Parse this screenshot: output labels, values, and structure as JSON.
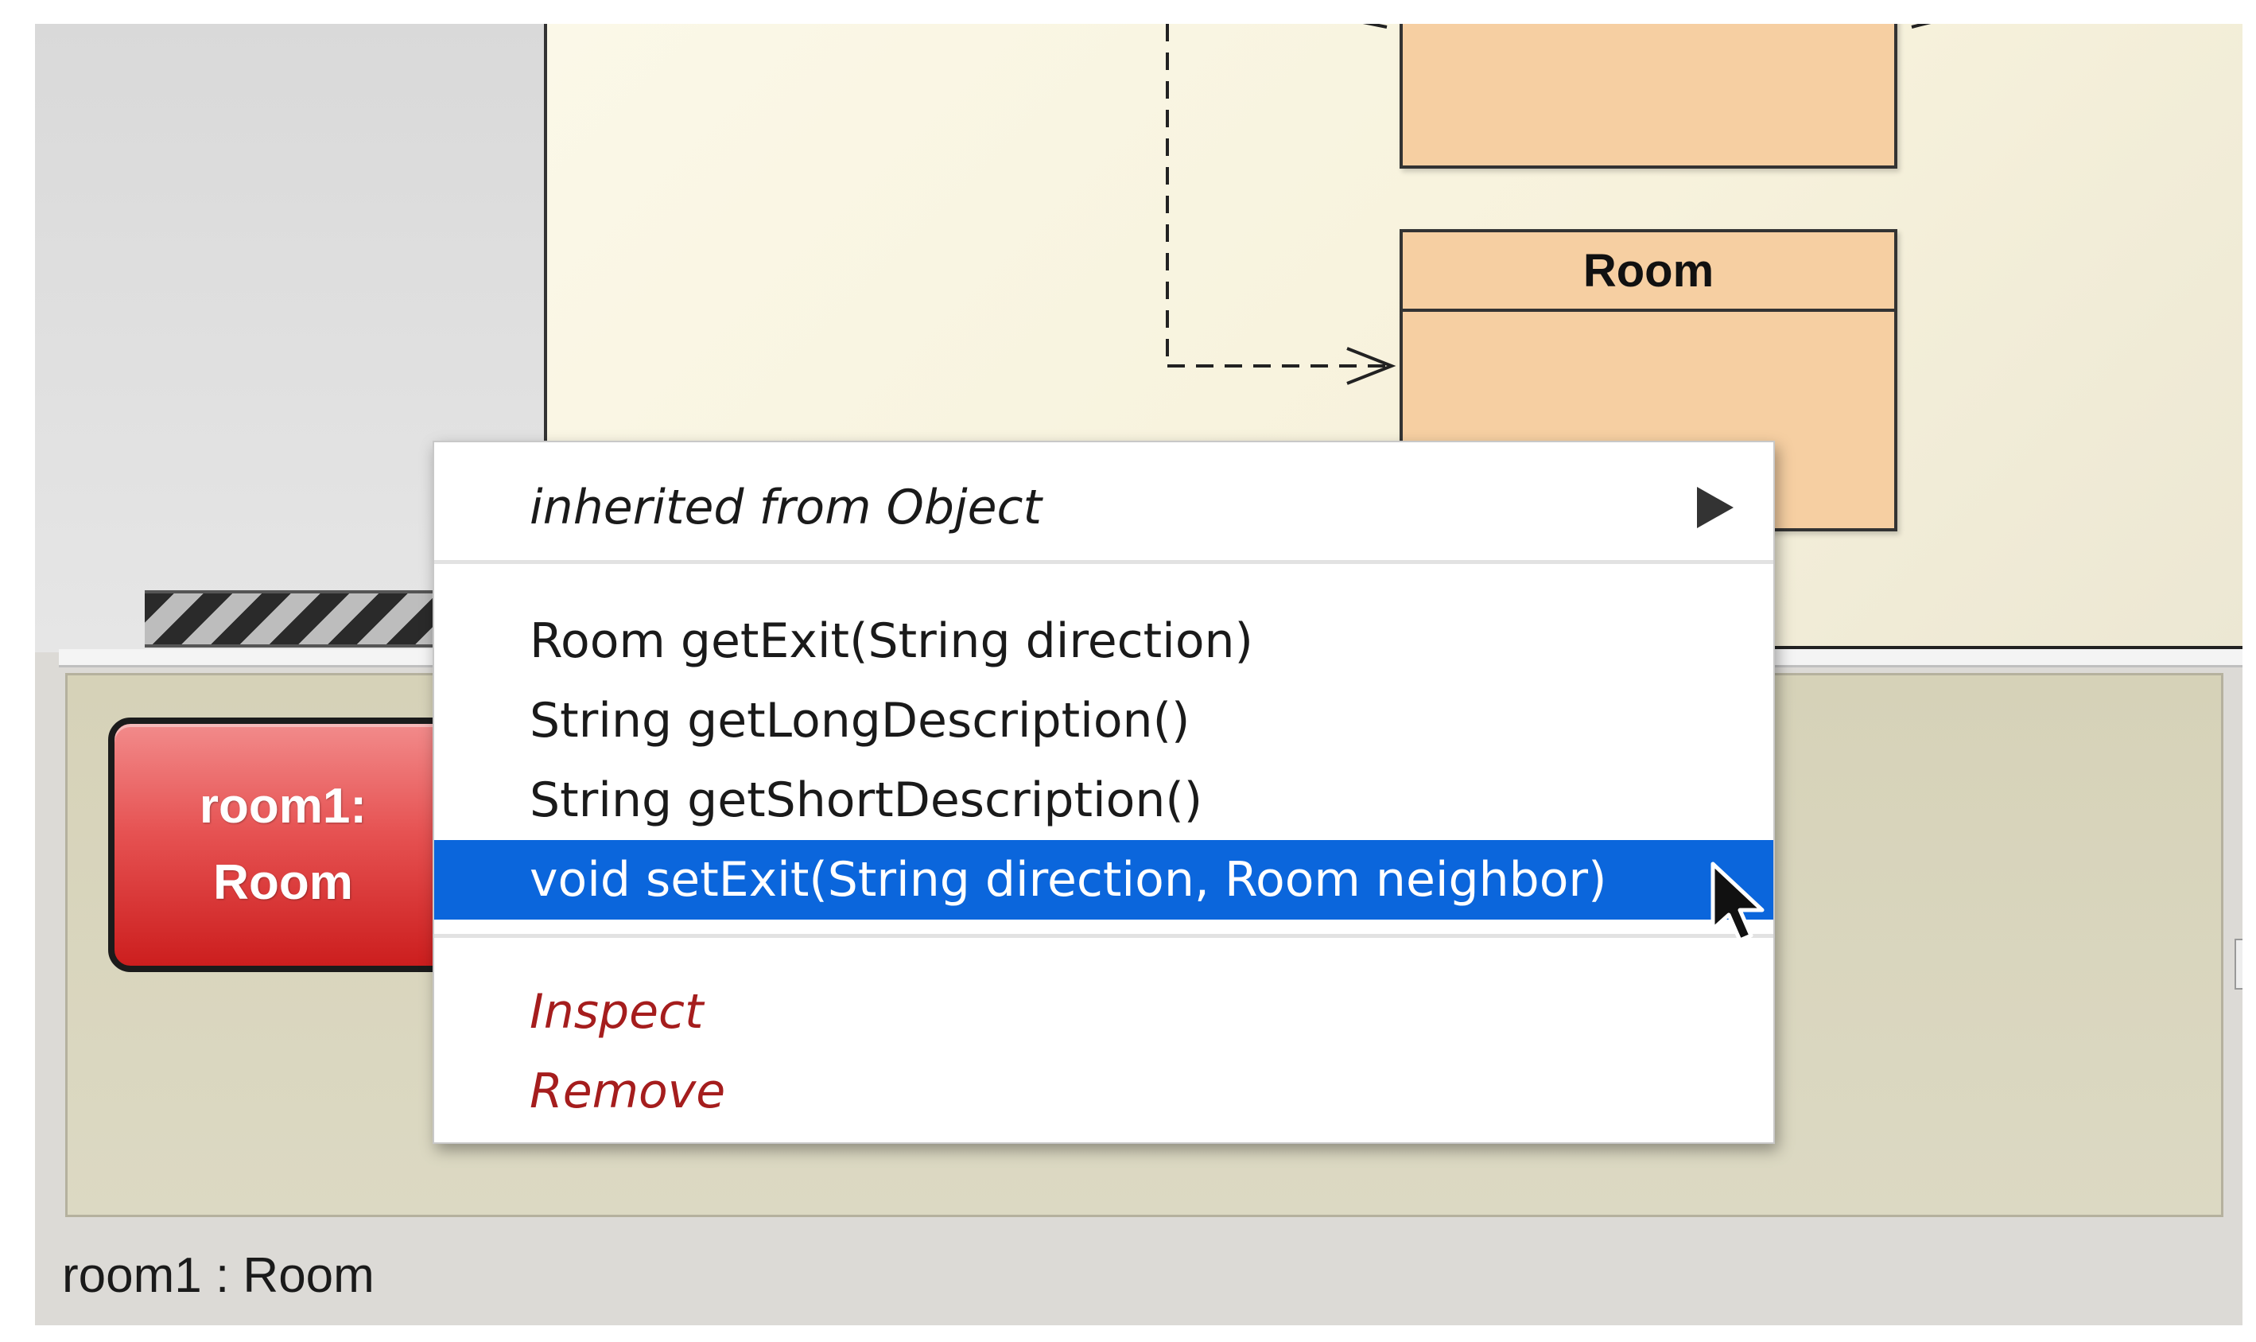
{
  "diagram": {
    "class_top_name": "",
    "class_room_name": "Room",
    "class_fill": "#f6cfa2"
  },
  "object_bench": {
    "object_line1": "room1:",
    "object_line2": "Room",
    "object_color": "#e65252"
  },
  "status_bar": {
    "text": "room1 : Room"
  },
  "context_menu": {
    "inherited_label": "inherited from Object",
    "items": [
      "Room getExit(String direction)",
      "String getLongDescription()",
      "String getShortDescription()",
      "void setExit(String direction, Room neighbor)"
    ],
    "selected_index": 3,
    "selected_color": "#0b66dc",
    "inspect_label": "Inspect",
    "remove_label": "Remove",
    "action_color": "#a51d1d"
  },
  "icons": {
    "submenu": "submenu-arrow-icon",
    "cursor": "mouse-pointer-icon"
  }
}
